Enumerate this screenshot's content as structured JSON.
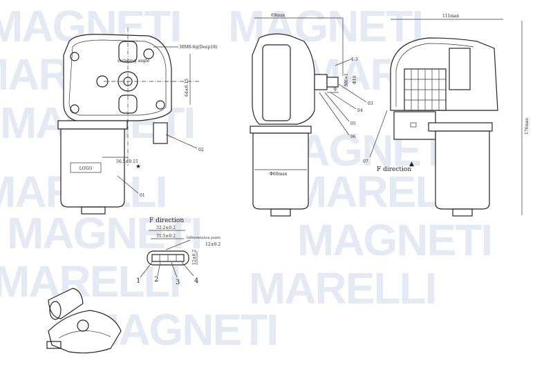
{
  "watermark": {
    "brand_line_1": "MAGNETI",
    "brand_line_2": "MARELLI"
  },
  "front_view": {
    "thread_label": "30M6-6g(Deep18)",
    "height_dim": "64±0.15",
    "swing_label": "swinging angle",
    "offset_dim": "56.5±0.15",
    "logo_text": "LOGO",
    "callouts": [
      "01",
      "02"
    ]
  },
  "side_view": {
    "width_dim": "69max",
    "taper": "1:3",
    "thread": "M6×1",
    "shaft_dia": "Φ10",
    "shaft_len": "9",
    "motor_dia": "Φ60max",
    "callouts": [
      "03",
      "04",
      "05",
      "06"
    ]
  },
  "rear_view": {
    "width_dim": "111max",
    "height_dim": "176max",
    "callout": "07",
    "f_direction": "F direction"
  },
  "connector": {
    "title": "F direction",
    "outer_dim": "32.2±0.2",
    "inner_dim": "31.5±0.2",
    "note": "Differentiation points",
    "pitch_dim": "12±0.2",
    "height_dim": "12±0.2",
    "pins": [
      "1",
      "2",
      "3",
      "4"
    ]
  }
}
